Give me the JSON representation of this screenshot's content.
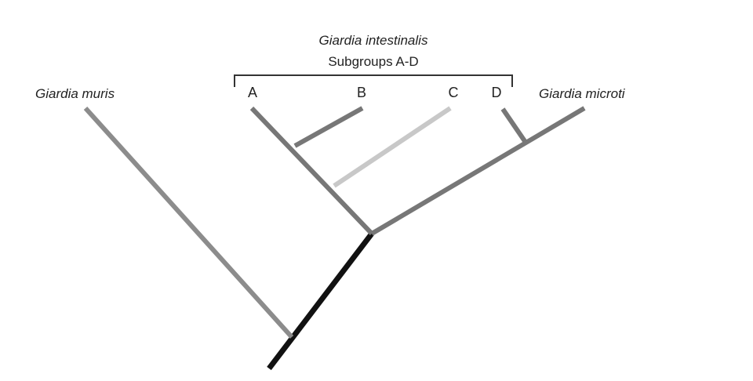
{
  "title": {
    "species": "Giardia intestinalis",
    "subtitle": "Subgroups A-D"
  },
  "leaves": {
    "muris": "Giardia muris",
    "a": "A",
    "b": "B",
    "c": "C",
    "d": "D",
    "microti": "Giardia microti"
  },
  "colors": {
    "root_branch": "#111111",
    "muris_branch": "#8c8c8c",
    "main_branch": "#777777",
    "c_branch": "#c8c8c8",
    "bracket": "#333333",
    "text": "#222222"
  }
}
